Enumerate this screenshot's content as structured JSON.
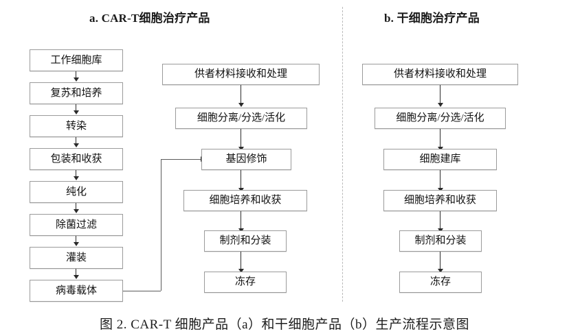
{
  "figure": {
    "caption": "图 2. CAR-T 细胞产品（a）和干细胞产品（b）生产流程示意图"
  },
  "panels": [
    {
      "id": "panel-a",
      "title": "a. CAR-T细胞治疗产品",
      "columns": [
        {
          "id": "vector-column",
          "name": "viral-vector-production-chain",
          "nodes": [
            {
              "label": "工作细胞库"
            },
            {
              "label": "复苏和培养"
            },
            {
              "label": "转染"
            },
            {
              "label": "包装和收获"
            },
            {
              "label": "纯化"
            },
            {
              "label": "除菌过滤"
            },
            {
              "label": "灌装"
            },
            {
              "label": "病毒载体"
            }
          ]
        },
        {
          "id": "cell-column",
          "name": "car-t-cell-process-chain",
          "nodes": [
            {
              "label": "供者材料接收和处理"
            },
            {
              "label": "细胞分离/分选/活化"
            },
            {
              "label": "基因修饰"
            },
            {
              "label": "细胞培养和收获"
            },
            {
              "label": "制剂和分装"
            },
            {
              "label": "冻存"
            }
          ]
        }
      ],
      "cross_link": {
        "from": "病毒载体",
        "to": "基因修饰"
      }
    },
    {
      "id": "panel-b",
      "title": "b. 干细胞治疗产品",
      "columns": [
        {
          "id": "stem-column",
          "name": "stem-cell-process-chain",
          "nodes": [
            {
              "label": "供者材料接收和处理"
            },
            {
              "label": "细胞分离/分选/活化"
            },
            {
              "label": "细胞建库"
            },
            {
              "label": "细胞培养和收获"
            },
            {
              "label": "制剂和分装"
            },
            {
              "label": "冻存"
            }
          ]
        }
      ]
    }
  ],
  "style": {
    "box_border": "#9a9a9a",
    "box_fill": "#ffffff",
    "connector": "#2b2b2b",
    "divider": "#b9b9b9",
    "background": "#ffffff"
  }
}
